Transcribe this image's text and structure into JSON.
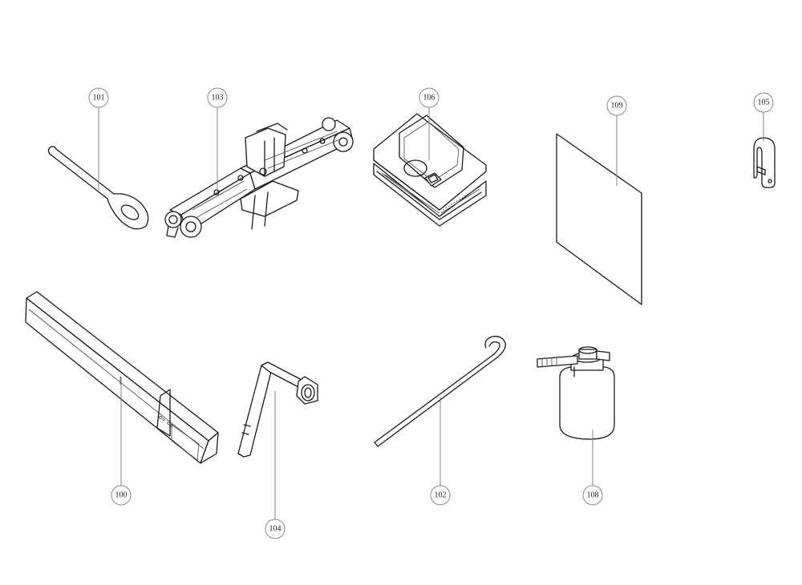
{
  "callouts": {
    "c100": "100",
    "c101": "101",
    "c102": "102",
    "c103": "103",
    "c104": "104",
    "c105": "105",
    "c106": "106",
    "c108": "108",
    "c109": "109"
  },
  "box_label_arrow": "⇦ ⇨"
}
